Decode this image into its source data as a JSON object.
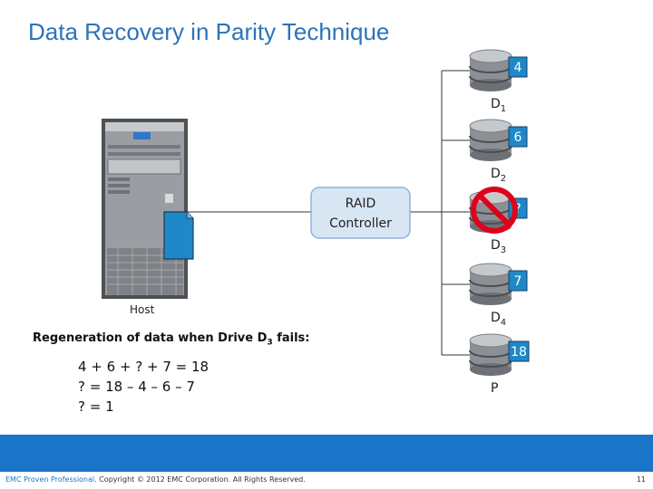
{
  "title": "Data Recovery in Parity Technique",
  "host_label": "Host",
  "controller": {
    "line1": "RAID",
    "line2": "Controller"
  },
  "disks": [
    {
      "label": "D",
      "sub": "1",
      "value": "4",
      "failed": false
    },
    {
      "label": "D",
      "sub": "2",
      "value": "6",
      "failed": false
    },
    {
      "label": "D",
      "sub": "3",
      "value": "?",
      "failed": true
    },
    {
      "label": "D",
      "sub": "4",
      "value": "7",
      "failed": false
    },
    {
      "label": "P",
      "sub": "",
      "value": "18",
      "failed": false
    }
  ],
  "regeneration": {
    "heading_prefix": "Regeneration of data when Drive D",
    "heading_sub": "3",
    "heading_suffix": " fails:",
    "equations": [
      "4 + 6 + ? + 7 = 18",
      "? = 18 – 4 – 6 – 7",
      "? = 1"
    ]
  },
  "footer": {
    "brand": "EMC Proven Professional",
    "copyright": ". Copyright © 2012 EMC Corporation. All Rights Reserved.",
    "page": "11"
  },
  "colors": {
    "title": "#2c73b8",
    "accent": "#1a75c9",
    "value_box": "#1e88c8",
    "controller_fill": "#d8e6f4",
    "controller_border": "#8eb4dc",
    "fail_red": "#e0001a"
  },
  "icons": {
    "host": "server-tower-icon",
    "disk": "disk-stack-icon",
    "document": "document-icon",
    "no_entry": "prohibited-icon"
  }
}
